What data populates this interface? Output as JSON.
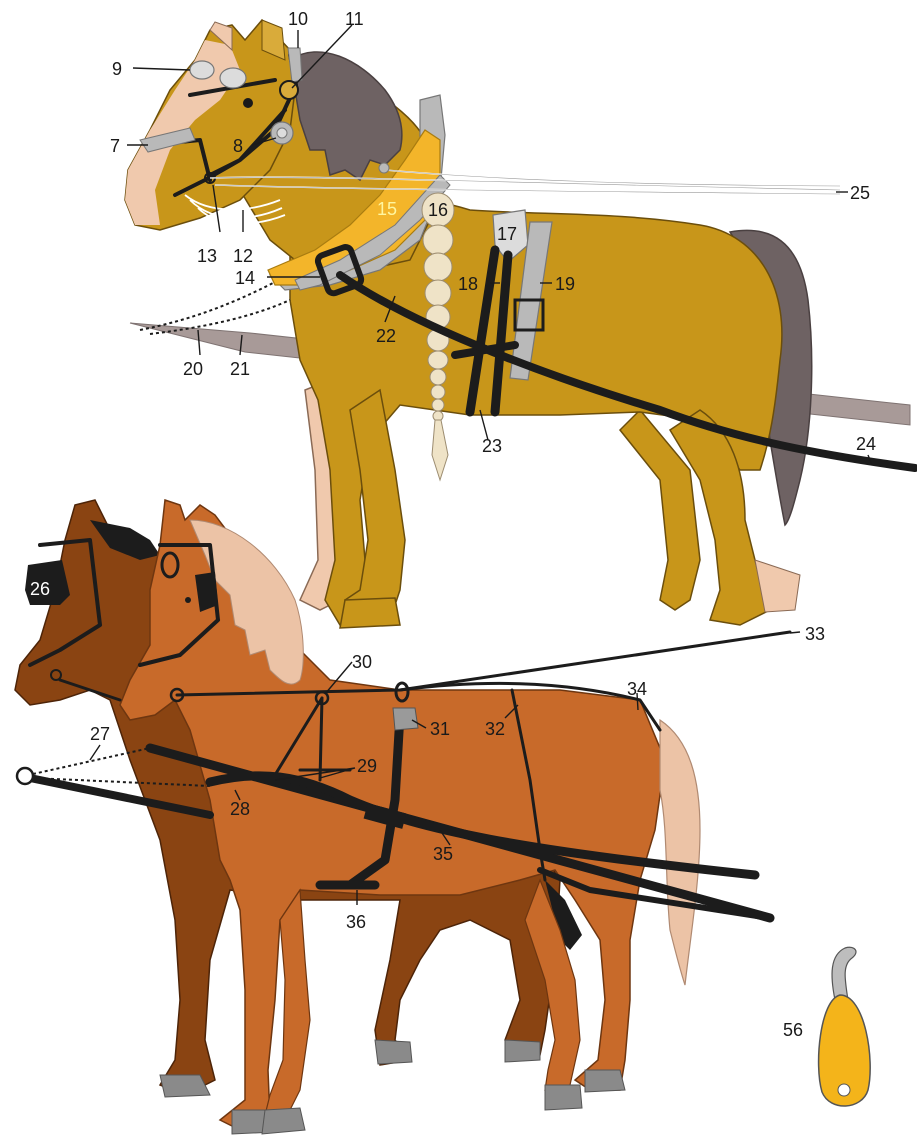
{
  "colors": {
    "top_horse_coat": "#c8961a",
    "top_horse_mane": "#6e6263",
    "top_horse_light": "#f0c9ad",
    "collar": "#f3b52a",
    "collar_pad": "#b9b9b9",
    "pair_front_coat": "#c86a2a",
    "pair_back_coat": "#8a4412",
    "pair_mane": "#ecc3a6",
    "harness": "#1c1c1c",
    "pole": "#a89a98",
    "hook_tool": "#f4b41a"
  },
  "labels": {
    "l7": "7",
    "l8": "8",
    "l9": "9",
    "l10": "10",
    "l11": "11",
    "l12": "12",
    "l13": "13",
    "l14": "14",
    "l15": "15",
    "l16": "16",
    "l17": "17",
    "l18": "18",
    "l19": "19",
    "l20": "20",
    "l21": "21",
    "l22": "22",
    "l23": "23",
    "l24": "24",
    "l25": "25",
    "l26": "26",
    "l27": "27",
    "l28": "28",
    "l29": "29",
    "l30": "30",
    "l31": "31",
    "l32": "32",
    "l33": "33",
    "l34": "34",
    "l35": "35",
    "l36": "36",
    "l56": "56"
  }
}
